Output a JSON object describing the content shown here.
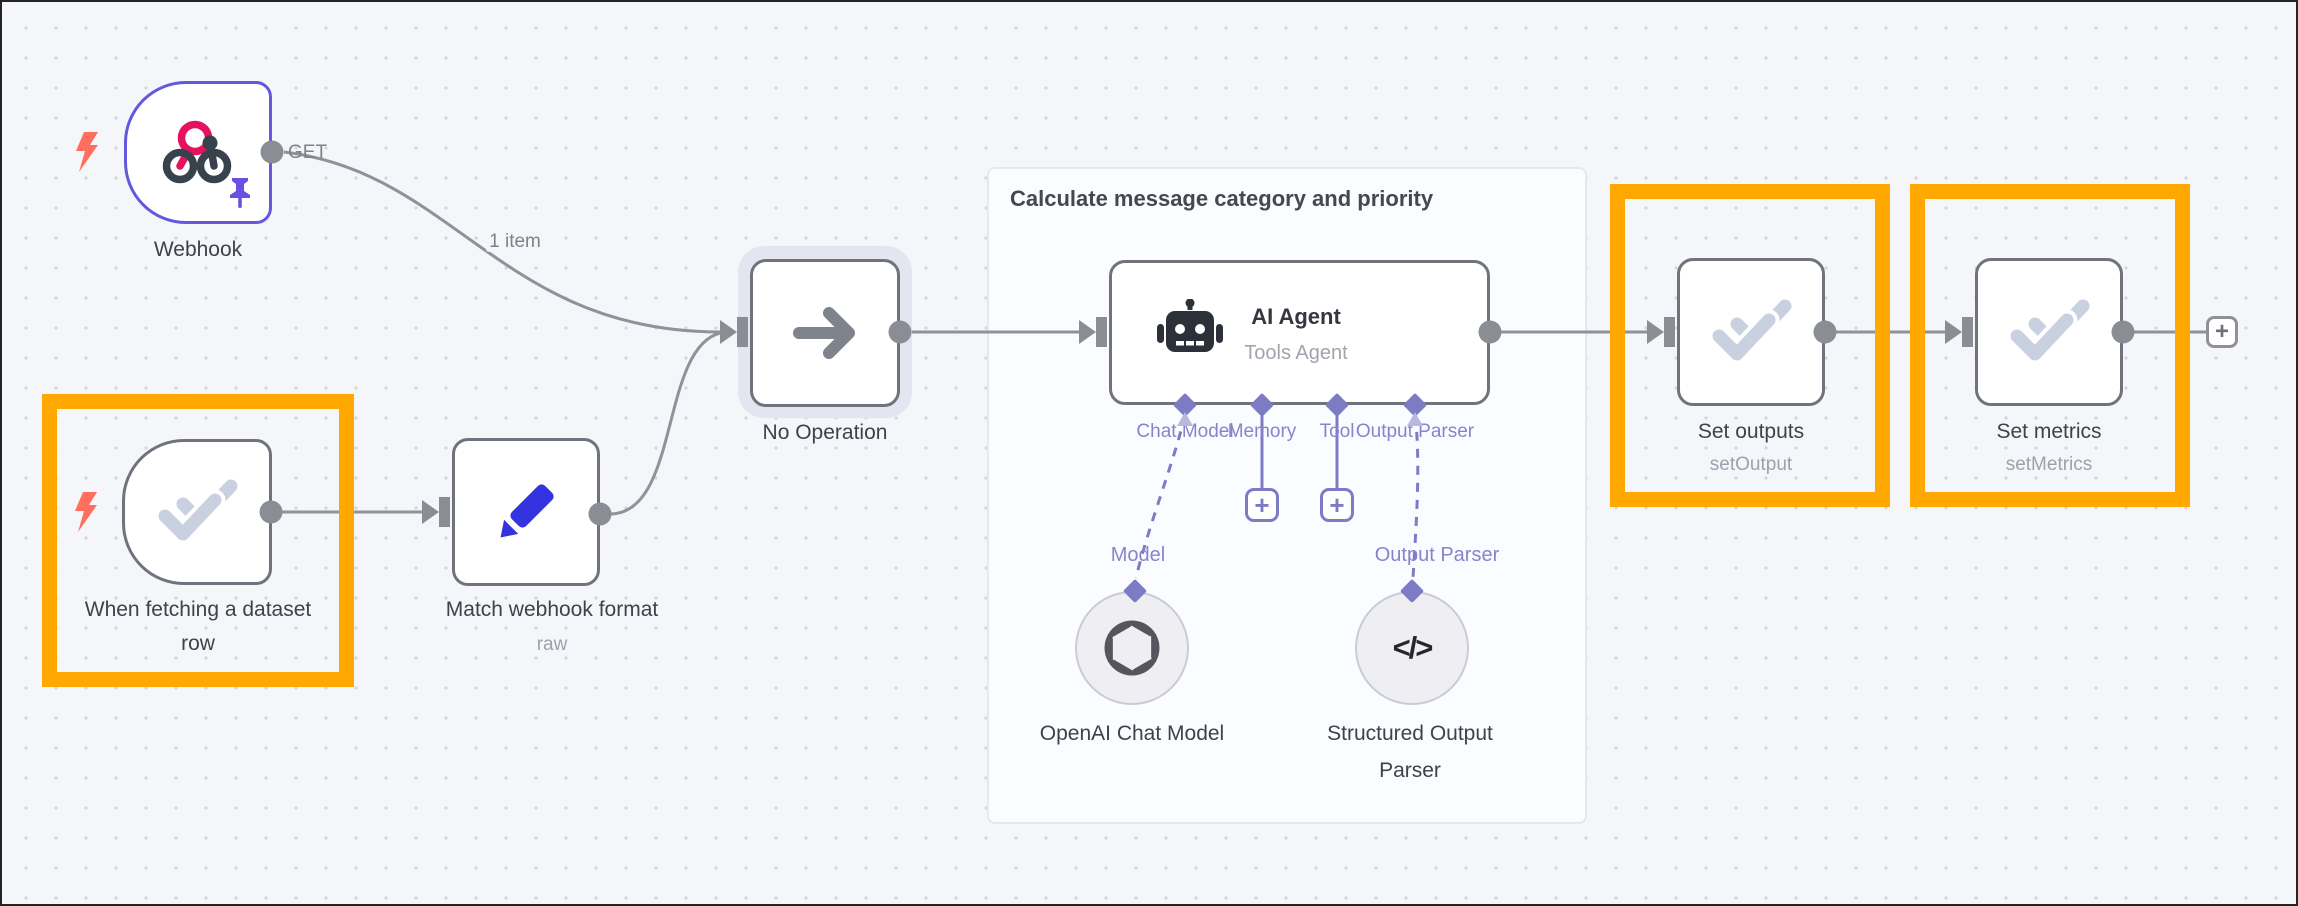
{
  "colors": {
    "highlight_orange": "#FFA802",
    "selected_purple": "#6358DE",
    "connector_purple": "#7E7BC5",
    "edge_gray": "#8F929A",
    "node_border_gray": "#70737B",
    "canvas_bg": "#F5F6F9",
    "webhook_icon_pink": "#E5125F",
    "webhook_icon_dark": "#37424C",
    "pencil_blue": "#3333E0",
    "bolt_red": "#FF6E5E",
    "check_icon_blue_gray": "#C9D1E0"
  },
  "icons": {
    "webhook-icon": "webhook-knot",
    "lightning-trigger-icon": "lightning-bolt",
    "pin-icon": "pushpin",
    "double-check-icon": "double-checkmark",
    "pencil-icon": "pencil",
    "arrow-right-icon": "arrow-right",
    "robot-icon": "robot-head",
    "openai-icon": "openai-knot",
    "code-icon": "angle-brackets-slash",
    "plus-icon": "+"
  },
  "workflow": {
    "webhook": {
      "label": "Webhook",
      "method": "GET"
    },
    "webhook_edge": {
      "items": "1 item"
    },
    "dataset_trigger": {
      "label_line1": "When fetching a dataset",
      "label_line2": "row"
    },
    "match_format": {
      "label": "Match webhook format",
      "sublabel": "raw"
    },
    "noop": {
      "label": "No Operation"
    },
    "group": {
      "title": "Calculate message category and priority"
    },
    "ai_agent": {
      "title": "AI Agent",
      "subtitle": "Tools Agent",
      "ports": {
        "chat_model": "Chat Model",
        "memory": "Memory",
        "tool": "Tool",
        "output_parser": "Output Parser"
      },
      "model_link": "Model",
      "output_parser_link": "Output Parser"
    },
    "openai_model": {
      "label": "OpenAI Chat Model"
    },
    "structured_parser": {
      "label_line1": "Structured Output",
      "label_line2": "Parser",
      "icon_glyph": "</>"
    },
    "set_outputs": {
      "label": "Set outputs",
      "sublabel": "setOutput"
    },
    "set_metrics": {
      "label": "Set metrics",
      "sublabel": "setMetrics"
    },
    "buttons": {
      "memory_plus": "+",
      "tool_plus": "+",
      "add_node_plus": "+"
    }
  }
}
